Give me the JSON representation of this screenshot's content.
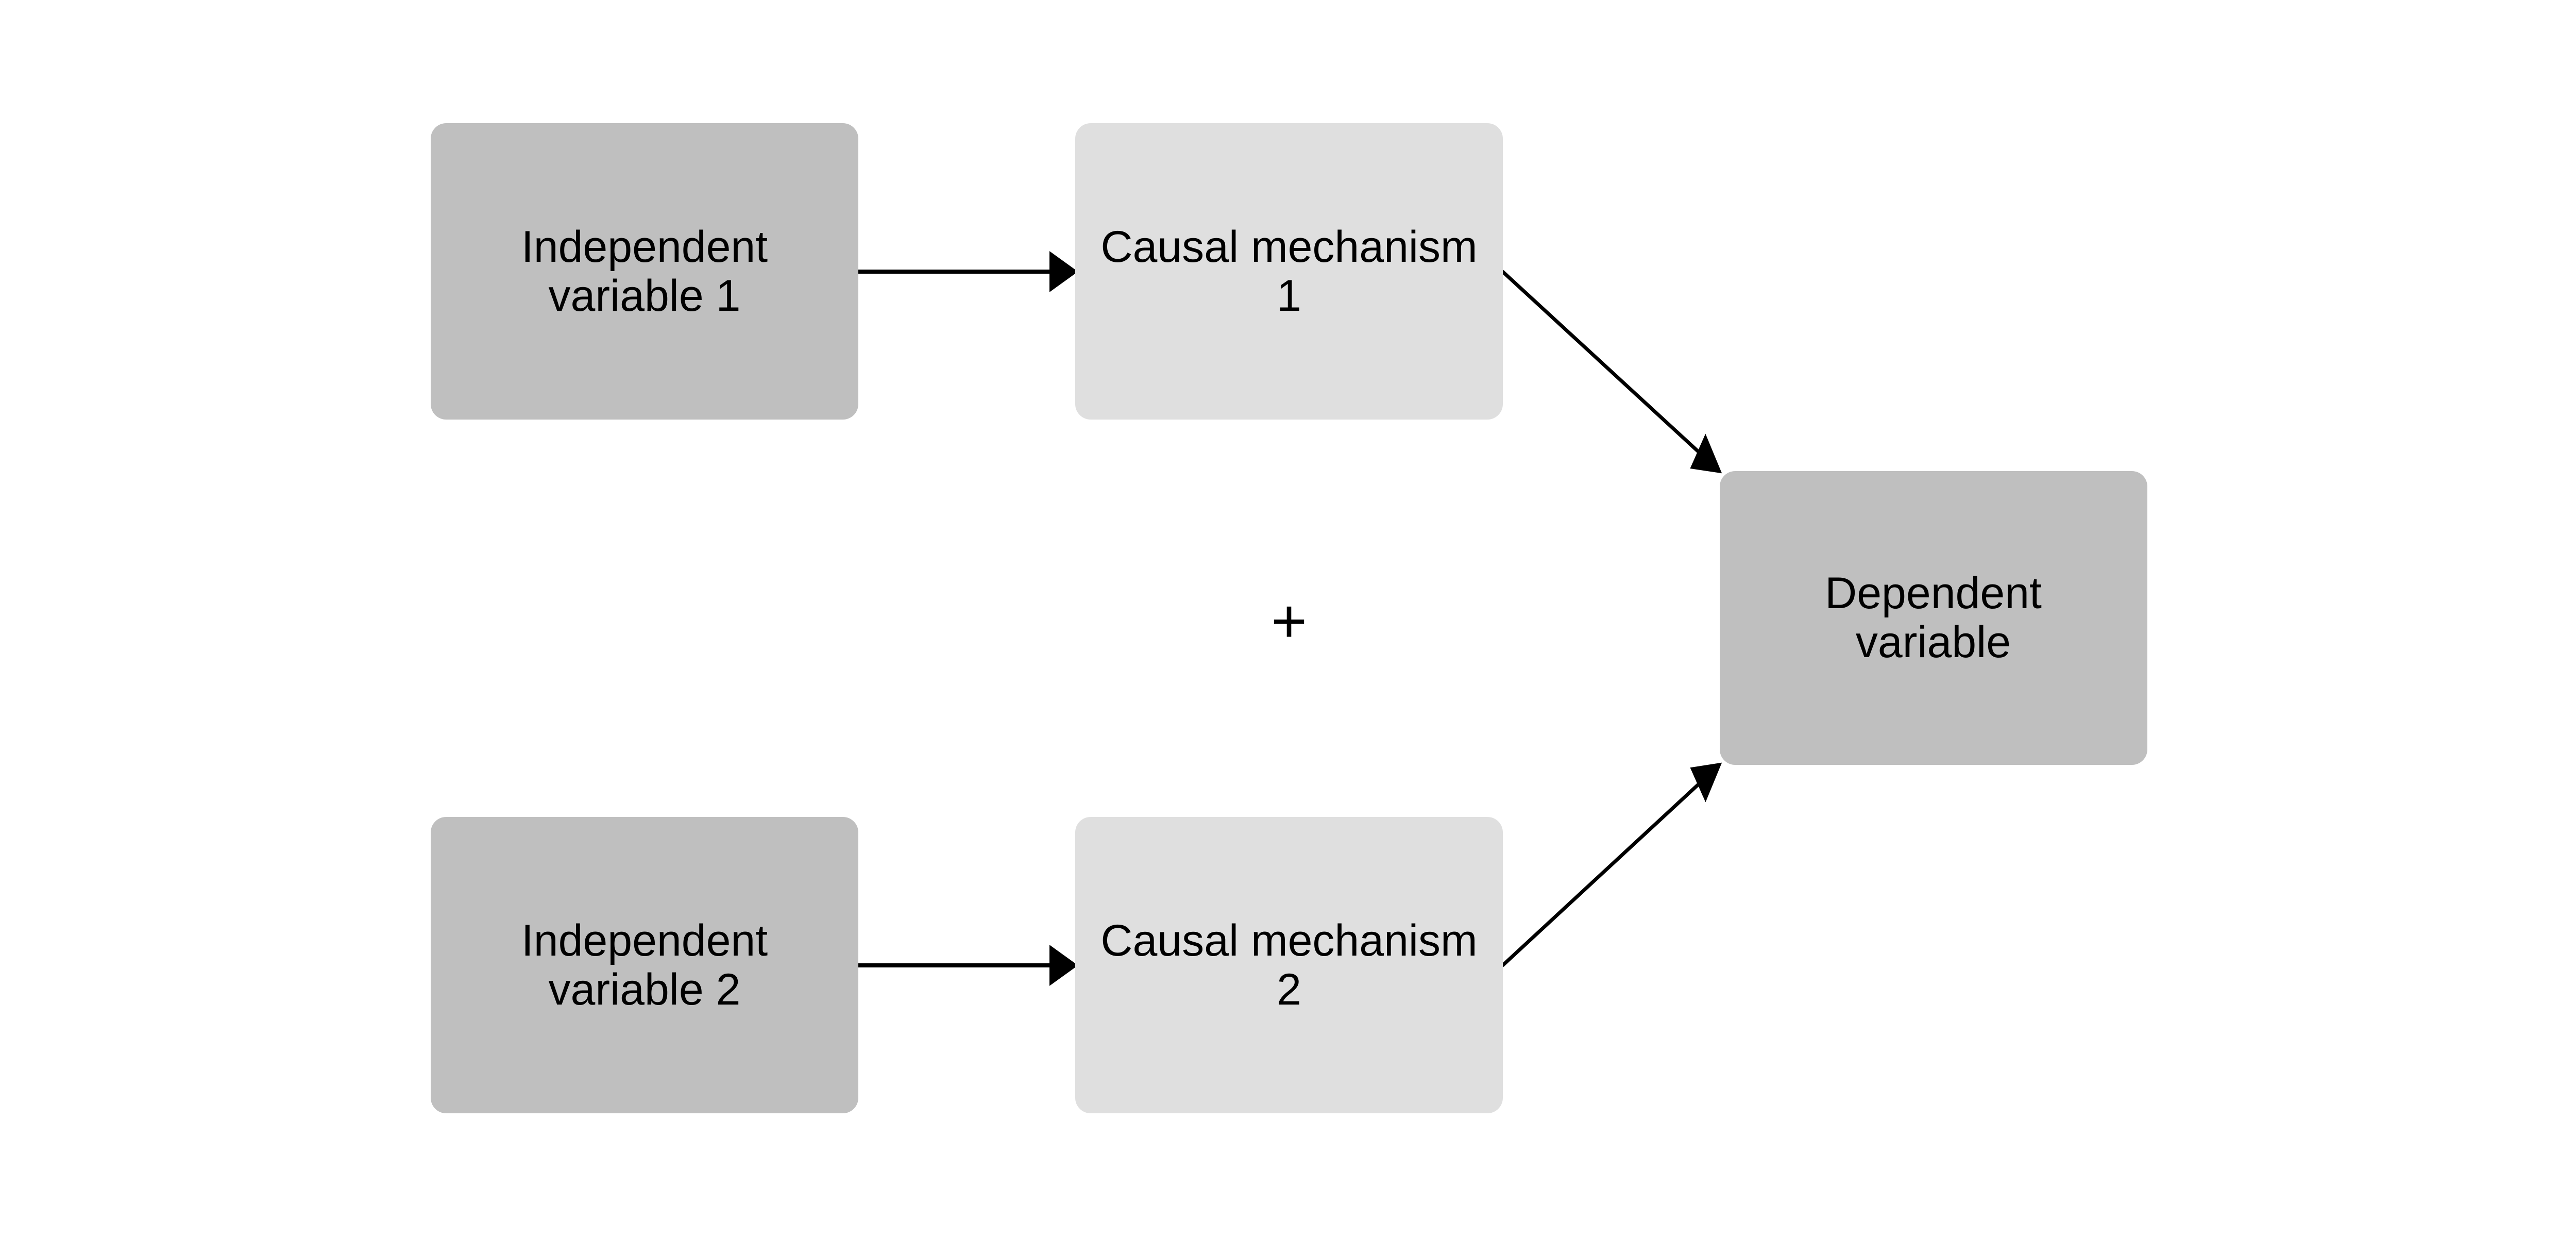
{
  "colors": {
    "variable_fill": "#bfbfbf",
    "mechanism_fill": "#dfdfdf",
    "arrow": "#000000",
    "background": "#ffffff"
  },
  "nodes": {
    "iv1": {
      "line1": "Independent",
      "line2": "variable 1"
    },
    "cm1": {
      "line1": "Causal mechanism",
      "line2": "1"
    },
    "iv2": {
      "line1": "Independent",
      "line2": "variable 2"
    },
    "cm2": {
      "line1": "Causal mechanism",
      "line2": "2"
    },
    "dv": {
      "line1": "Dependent",
      "line2": "variable"
    }
  },
  "operator": "+"
}
